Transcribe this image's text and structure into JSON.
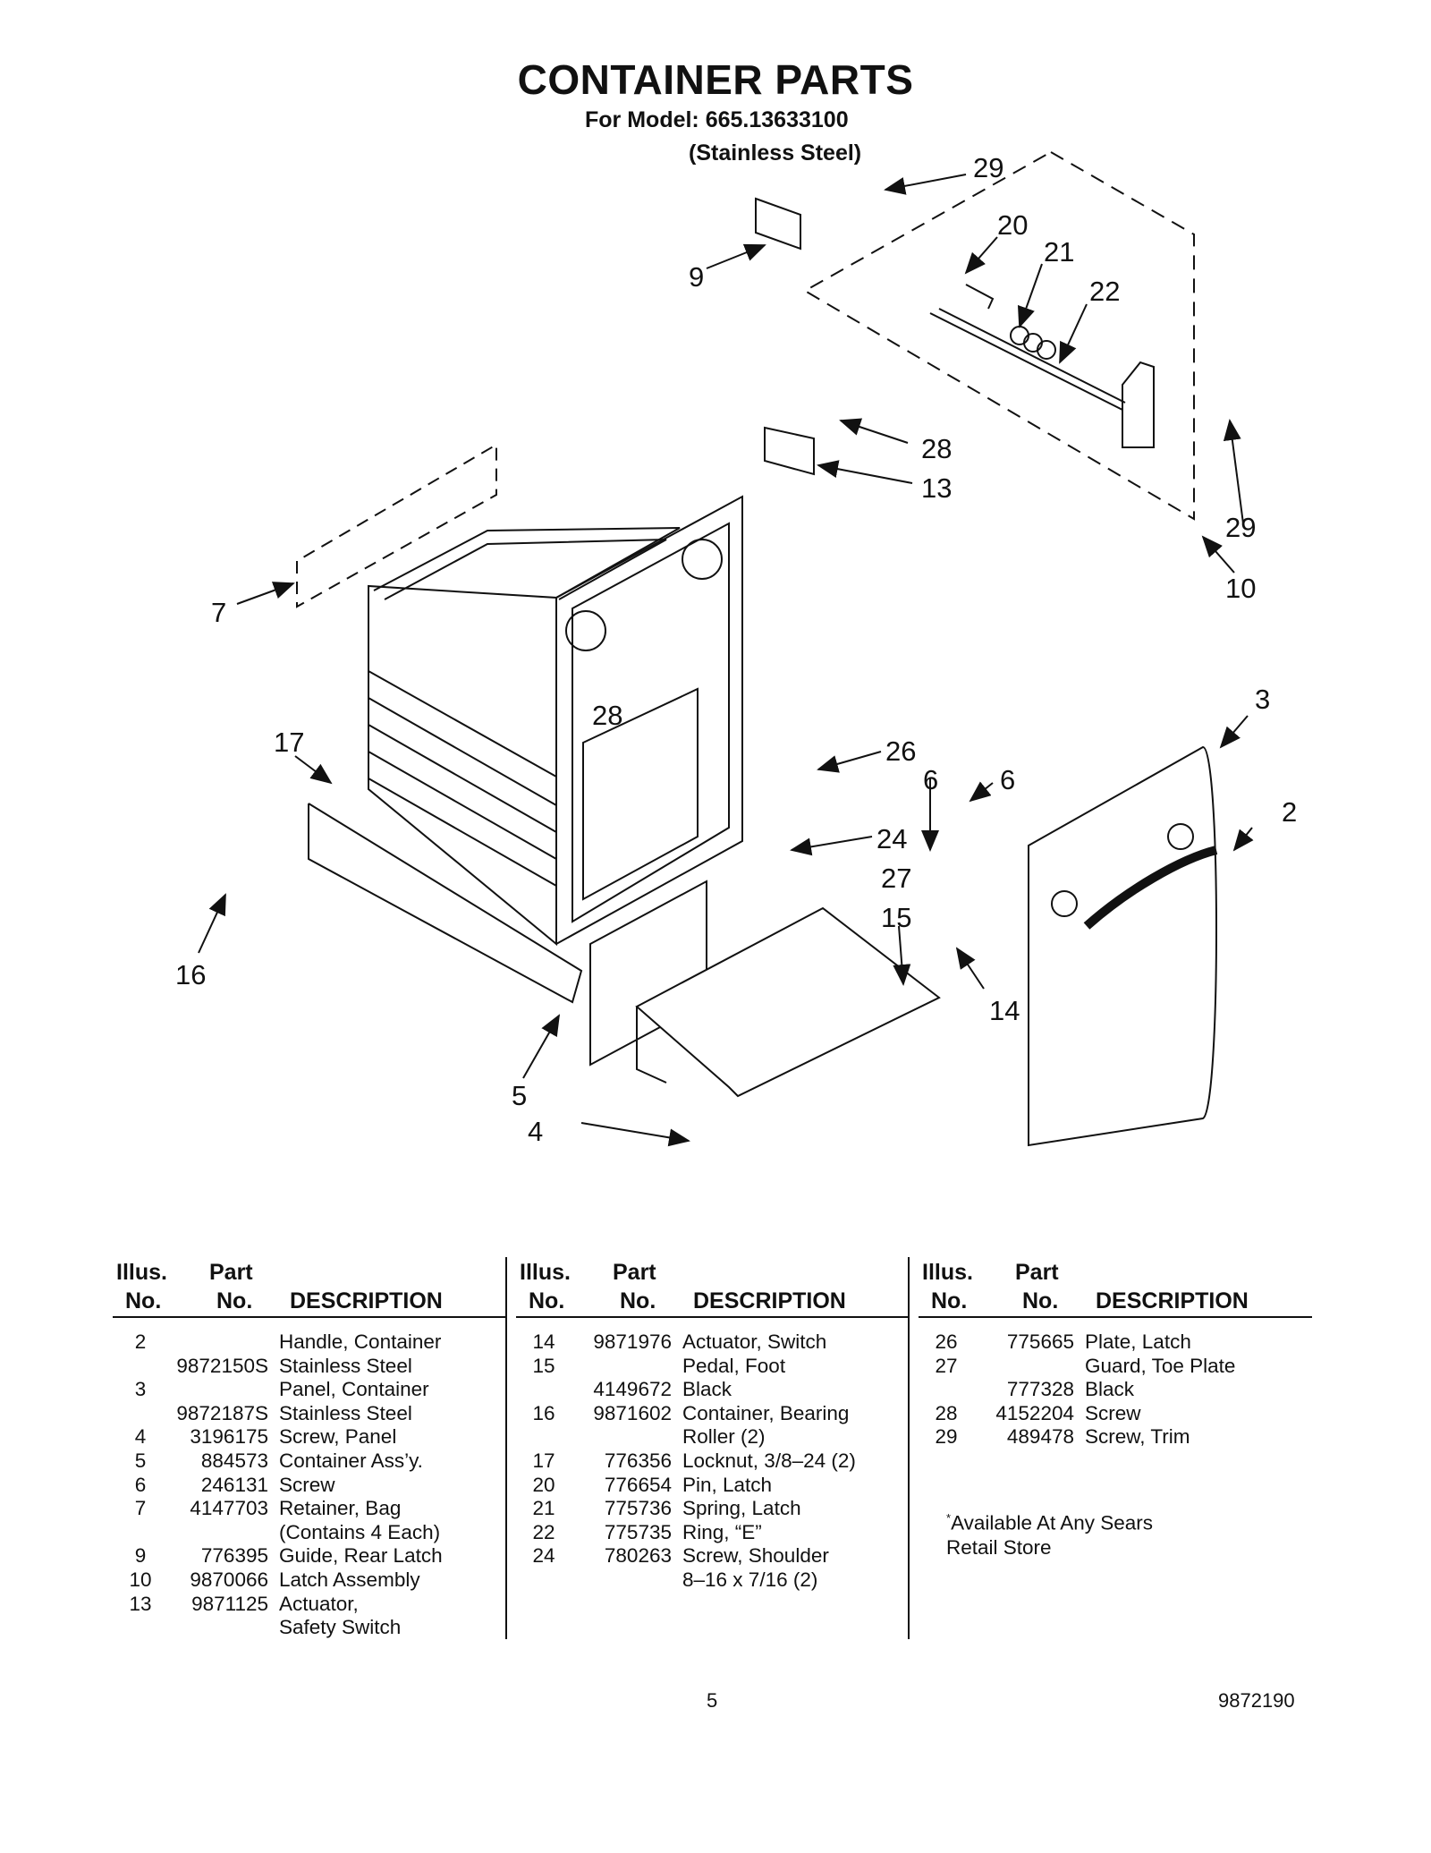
{
  "header": {
    "title": "CONTAINER PARTS",
    "model_line": "For Model: 665.13633100",
    "variant_line": "(Stainless Steel)"
  },
  "diagram": {
    "callouts": [
      "29",
      "20",
      "21",
      "22",
      "9",
      "28",
      "13",
      "29",
      "10",
      "7",
      "28",
      "17",
      "26",
      "3",
      "6",
      "6",
      "2",
      "24",
      "27",
      "15",
      "16",
      "14",
      "5",
      "4"
    ]
  },
  "table": {
    "header": {
      "illus_1": "Illus.",
      "illus_2": "No.",
      "part_1": "Part",
      "part_2": "No.",
      "description": "DESCRIPTION"
    },
    "columns": [
      [
        {
          "illus": "2",
          "part": "",
          "desc": "Handle, Container"
        },
        {
          "illus": "",
          "part": "9872150S",
          "desc": "Stainless Steel"
        },
        {
          "illus": "3",
          "part": "",
          "desc": "Panel, Container"
        },
        {
          "illus": "",
          "part": "9872187S",
          "desc": "Stainless Steel"
        },
        {
          "illus": "4",
          "part": "3196175",
          "desc": "Screw, Panel"
        },
        {
          "illus": "5",
          "part": "884573",
          "desc": "Container Ass’y."
        },
        {
          "illus": "6",
          "part": "246131",
          "desc": "Screw"
        },
        {
          "illus": "7",
          "part": "4147703",
          "desc": "Retainer, Bag"
        },
        {
          "illus": "",
          "part": "",
          "desc": "(Contains 4 Each)"
        },
        {
          "illus": "9",
          "part": "776395",
          "desc": "Guide, Rear Latch"
        },
        {
          "illus": "10",
          "part": "9870066",
          "desc": "Latch Assembly"
        },
        {
          "illus": "13",
          "part": "9871125",
          "desc": "Actuator,"
        },
        {
          "illus": "",
          "part": "",
          "desc": "Safety Switch"
        }
      ],
      [
        {
          "illus": "14",
          "part": "9871976",
          "desc": "Actuator, Switch"
        },
        {
          "illus": "15",
          "part": "",
          "desc": "Pedal, Foot"
        },
        {
          "illus": "",
          "part": "4149672",
          "desc": "Black"
        },
        {
          "illus": "16",
          "part": "9871602",
          "desc": "Container, Bearing"
        },
        {
          "illus": "",
          "part": "",
          "desc": "Roller (2)"
        },
        {
          "illus": "17",
          "part": "776356",
          "desc": "Locknut, 3/8–24 (2)"
        },
        {
          "illus": "20",
          "part": "776654",
          "desc": "Pin, Latch"
        },
        {
          "illus": "21",
          "part": "775736",
          "desc": "Spring, Latch"
        },
        {
          "illus": "22",
          "part": "775735",
          "desc": "Ring, “E”"
        },
        {
          "illus": "24",
          "part": "780263",
          "desc": "Screw, Shoulder"
        },
        {
          "illus": "",
          "part": "",
          "desc": "8–16 x 7/16 (2)"
        }
      ],
      [
        {
          "illus": "26",
          "part": "775665",
          "desc": "Plate, Latch"
        },
        {
          "illus": "27",
          "part": "",
          "desc": "Guard, Toe Plate"
        },
        {
          "illus": "",
          "part": "777328",
          "desc": "Black"
        },
        {
          "illus": "28",
          "part": "4152204",
          "desc": "Screw"
        },
        {
          "illus": "29",
          "part": "489478",
          "desc": "Screw, Trim"
        }
      ]
    ]
  },
  "note": {
    "asterisk": "*",
    "line1": "Available At Any Sears",
    "line2": "Retail Store"
  },
  "footer": {
    "page_number": "5",
    "document_number": "9872190"
  }
}
